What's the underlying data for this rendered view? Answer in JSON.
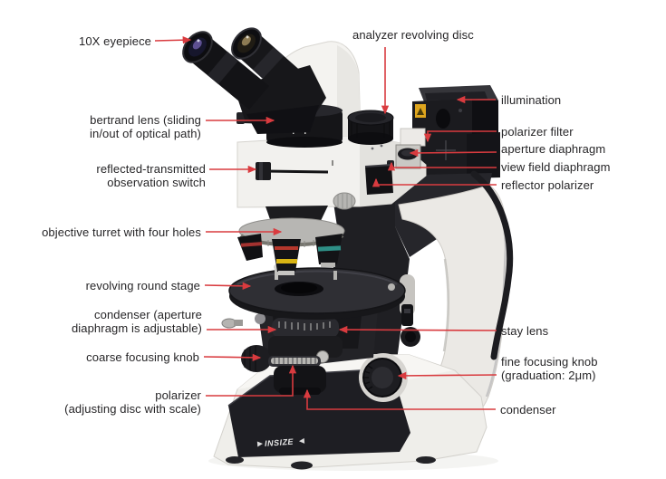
{
  "diagram": {
    "subject": "polarizing microscope parts diagram",
    "brand_logo": "INSIZE",
    "accent_color": "#d93b3f",
    "text_color": "#262527",
    "labels": {
      "eyepiece_10x": "10X eyepiece",
      "analyzer_disc": "analyzer revolving disc",
      "bertrand_lens": "bertrand lens (sliding\nin/out of optical path)",
      "observation_switch": "reflected-transmitted\nobservation switch",
      "objective_turret": "objective turret with four holes",
      "revolving_stage": "revolving round stage",
      "condenser_aperture": "condenser (aperture\ndiaphragm is adjustable)",
      "coarse_knob": "coarse focusing knob",
      "polarizer_disc": "polarizer\n(adjusting disc with scale)",
      "illumination": "illumination",
      "polarizer_filter": "polarizer filter",
      "aperture_diaphragm": "aperture diaphragm",
      "view_field_diaphragm": "view field diaphragm",
      "reflector_polarizer": "reflector polarizer",
      "stay_lens": "stay lens",
      "fine_knob": "fine focusing knob\n(graduation: 2μm)",
      "condenser": "condenser"
    }
  }
}
